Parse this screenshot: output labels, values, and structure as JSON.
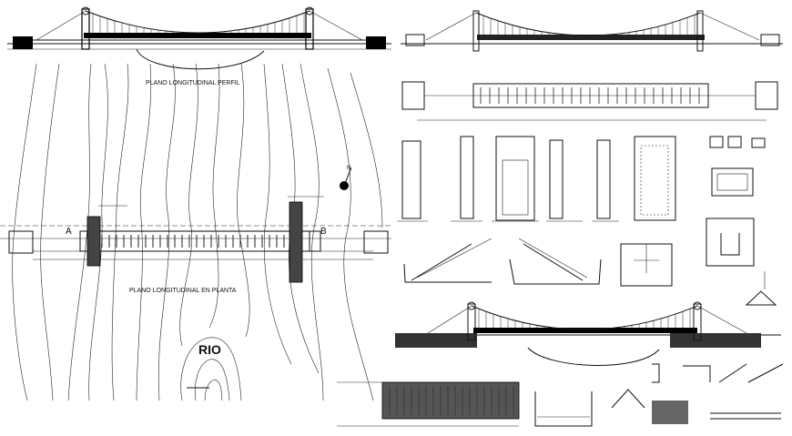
{
  "labels": {
    "profile_title": "PLANO LONGITUDINAL PERFIL",
    "plan_title": "PLANO LONGITUDINAL EN PLANTA",
    "river": "RIO",
    "point_a": "A",
    "point_b": "B",
    "north": "N"
  },
  "colors": {
    "line": "#111111",
    "background": "#ffffff"
  }
}
